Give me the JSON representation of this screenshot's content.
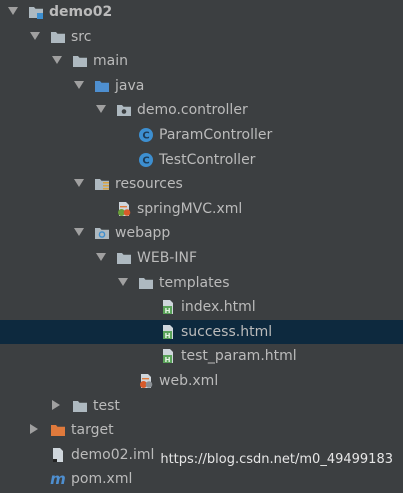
{
  "tree": [
    {
      "label": "demo02",
      "level": 0,
      "arrow": "down",
      "icon": "module-folder-icon",
      "bold": true
    },
    {
      "label": "src",
      "level": 1,
      "arrow": "down",
      "icon": "folder-icon"
    },
    {
      "label": "main",
      "level": 2,
      "arrow": "down",
      "icon": "folder-icon"
    },
    {
      "label": "java",
      "level": 3,
      "arrow": "down",
      "icon": "source-folder-icon"
    },
    {
      "label": "demo.controller",
      "level": 4,
      "arrow": "down",
      "icon": "package-icon"
    },
    {
      "label": "ParamController",
      "level": 5,
      "arrow": "none",
      "icon": "java-class-icon"
    },
    {
      "label": "TestController",
      "level": 5,
      "arrow": "none",
      "icon": "java-class-icon"
    },
    {
      "label": "resources",
      "level": 3,
      "arrow": "down",
      "icon": "resources-folder-icon"
    },
    {
      "label": "springMVC.xml",
      "level": 4,
      "arrow": "none",
      "icon": "spring-xml-icon"
    },
    {
      "label": "webapp",
      "level": 3,
      "arrow": "down",
      "icon": "web-folder-icon"
    },
    {
      "label": "WEB-INF",
      "level": 4,
      "arrow": "down",
      "icon": "folder-icon"
    },
    {
      "label": "templates",
      "level": 5,
      "arrow": "down",
      "icon": "folder-icon"
    },
    {
      "label": "index.html",
      "level": 6,
      "arrow": "none",
      "icon": "html-file-icon"
    },
    {
      "label": "success.html",
      "level": 6,
      "arrow": "none",
      "icon": "html-file-icon",
      "selected": true
    },
    {
      "label": "test_param.html",
      "level": 6,
      "arrow": "none",
      "icon": "html-file-icon"
    },
    {
      "label": "web.xml",
      "level": 5,
      "arrow": "none",
      "icon": "web-xml-icon"
    },
    {
      "label": "test",
      "level": 2,
      "arrow": "right",
      "icon": "folder-icon"
    },
    {
      "label": "target",
      "level": 1,
      "arrow": "right",
      "icon": "excluded-folder-icon"
    },
    {
      "label": "demo02.iml",
      "level": 1,
      "arrow": "none",
      "icon": "iml-file-icon"
    },
    {
      "label": "pom.xml",
      "level": 1,
      "arrow": "none",
      "icon": "maven-pom-icon"
    }
  ],
  "watermark": "https://blog.csdn.net/m0_49499183",
  "colors": {
    "background": "#3c3f41",
    "selection": "#0d293e",
    "text": "#bbbbbb",
    "folder": "#aeb9c0",
    "source_folder": "#4e8fd0",
    "excluded_folder": "#e07a3c",
    "class_icon": "#3d8fd0",
    "html_icon": "#5aa35a"
  }
}
